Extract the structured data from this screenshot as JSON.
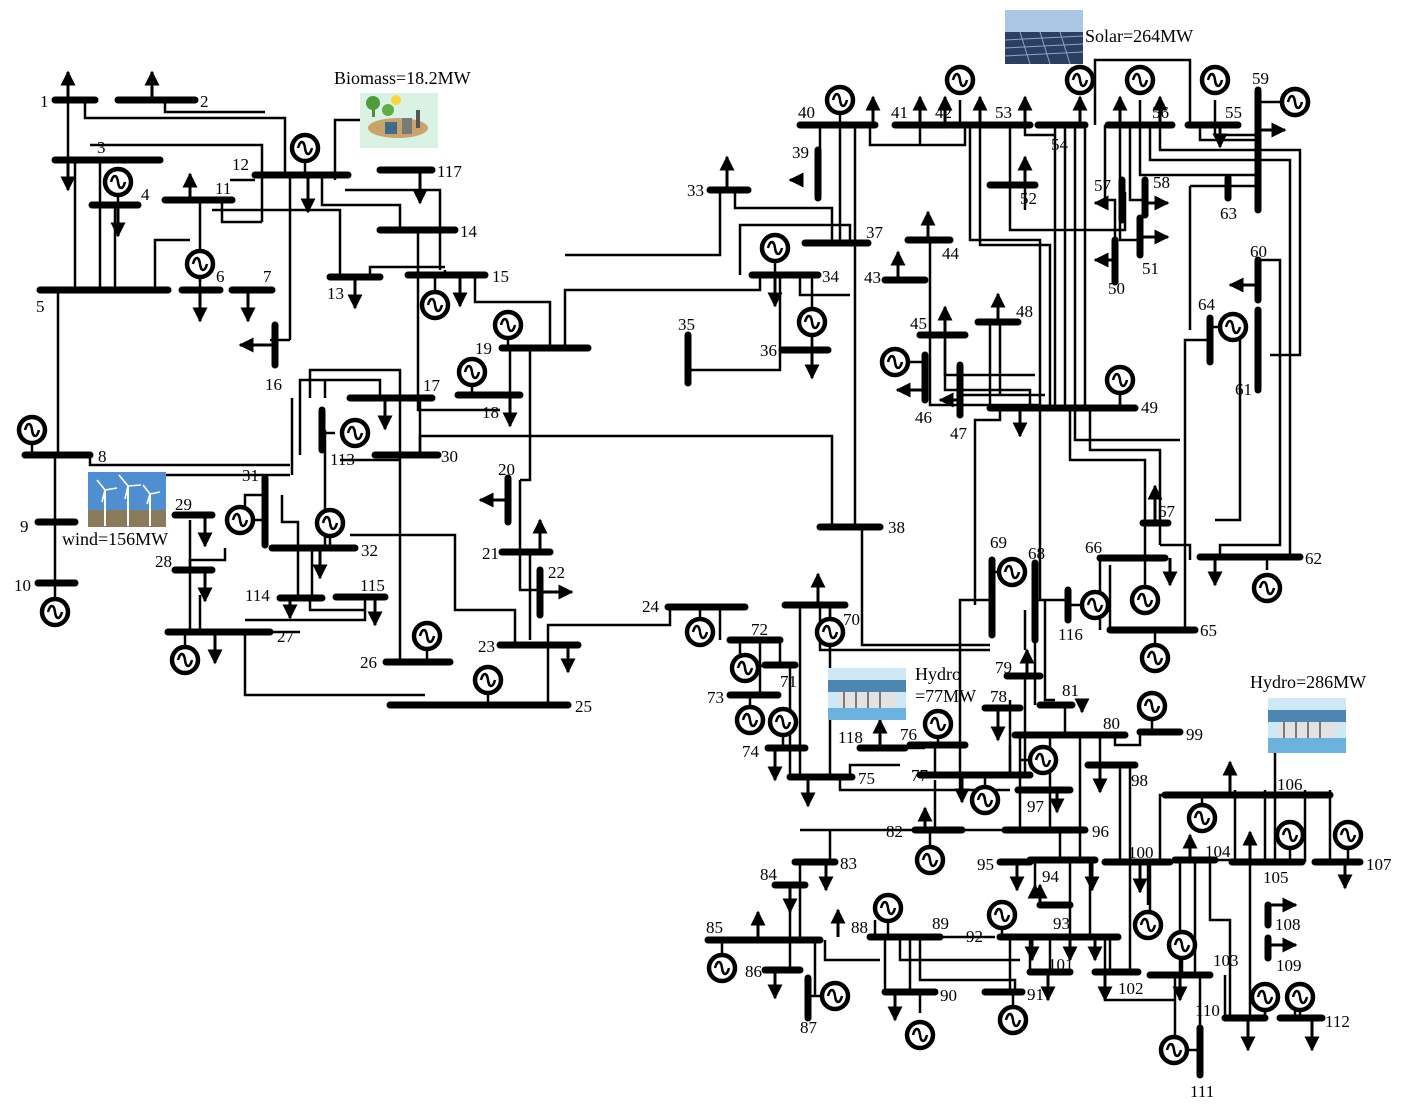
{
  "diagram": {
    "sources": {
      "biomass": "Biomass=18.2MW",
      "solar": "Solar=264MW",
      "wind": "wind=156MW",
      "hydro77_l1": "Hydro",
      "hydro77_l2": "=77MW",
      "hydro286": "Hydro=286MW"
    },
    "buses": {
      "b1": "1",
      "b2": "2",
      "b3": "3",
      "b4": "4",
      "b5": "5",
      "b6": "6",
      "b7": "7",
      "b8": "8",
      "b9": "9",
      "b10": "10",
      "b11": "11",
      "b12": "12",
      "b13": "13",
      "b14": "14",
      "b15": "15",
      "b16": "16",
      "b17": "17",
      "b18": "18",
      "b19": "19",
      "b20": "20",
      "b21": "21",
      "b22": "22",
      "b23": "23",
      "b24": "24",
      "b25": "25",
      "b26": "26",
      "b27": "27",
      "b28": "28",
      "b29": "29",
      "b30": "30",
      "b31": "31",
      "b32": "32",
      "b33": "33",
      "b34": "34",
      "b35": "35",
      "b36": "36",
      "b37": "37",
      "b38": "38",
      "b39": "39",
      "b40": "40",
      "b41": "41",
      "b42": "42",
      "b43": "43",
      "b44": "44",
      "b45": "45",
      "b46": "46",
      "b47": "47",
      "b48": "48",
      "b49": "49",
      "b50": "50",
      "b51": "51",
      "b52": "52",
      "b53": "53",
      "b54": "54",
      "b55": "55",
      "b56": "56",
      "b57": "57",
      "b58": "58",
      "b59": "59",
      "b60": "60",
      "b61": "61",
      "b62": "62",
      "b63": "63",
      "b64": "64",
      "b65": "65",
      "b66": "66",
      "b67": "67",
      "b68": "68",
      "b69": "69",
      "b70": "70",
      "b71": "71",
      "b72": "72",
      "b73": "73",
      "b74": "74",
      "b75": "75",
      "b76": "76",
      "b77": "77",
      "b78": "78",
      "b79": "79",
      "b80": "80",
      "b81": "81",
      "b82": "82",
      "b83": "83",
      "b84": "84",
      "b85": "85",
      "b86": "86",
      "b87": "87",
      "b88": "88",
      "b89": "89",
      "b90": "90",
      "b91": "91",
      "b92": "92",
      "b93": "93",
      "b94": "94",
      "b95": "95",
      "b96": "96",
      "b97": "97",
      "b98": "98",
      "b99": "99",
      "b100": "100",
      "b101": "101",
      "b102": "102",
      "b103": "103",
      "b104": "104",
      "b105": "105",
      "b106": "106",
      "b107": "107",
      "b108": "108",
      "b109": "109",
      "b110": "110",
      "b111": "111",
      "b112": "112",
      "b113": "113",
      "b114": "114",
      "b115": "115",
      "b116": "116",
      "b117": "117",
      "b118": "118"
    },
    "icons": [
      "generator-icon",
      "load-arrow-icon",
      "biomass-plant-icon",
      "solar-panel-icon",
      "wind-turbine-icon",
      "hydro-dam-icon"
    ]
  }
}
